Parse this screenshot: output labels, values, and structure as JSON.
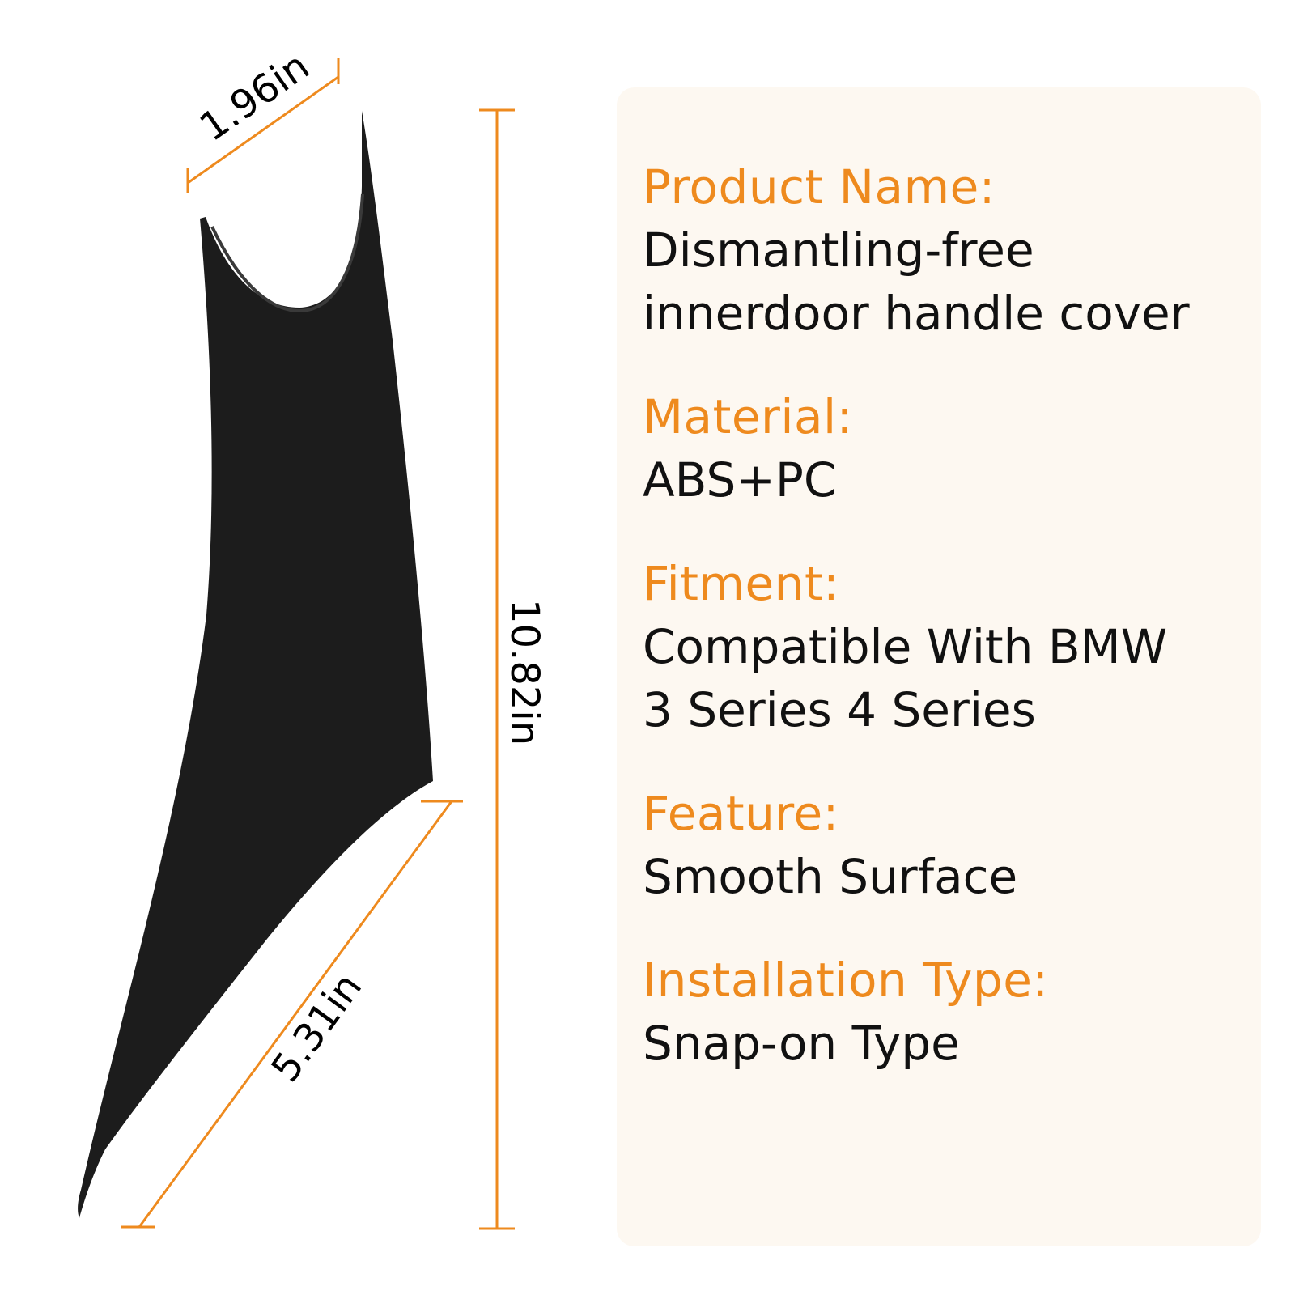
{
  "colors": {
    "accent": "#ee8a1e",
    "text": "#111111",
    "panel": "#fdf8f1",
    "product": "#1c1c1c"
  },
  "dimensions": {
    "width_top": "1.96in",
    "height": "10.82in",
    "bottom_length": "5.31in"
  },
  "specs": [
    {
      "label": "Product Name:",
      "value": "Dismantling-free\ninnerdoor handle cover"
    },
    {
      "label": "Material:",
      "value": "ABS+PC"
    },
    {
      "label": "Fitment:",
      "value": "Compatible With BMW\n3 Series 4 Series"
    },
    {
      "label": "Feature:",
      "value": "Smooth Surface"
    },
    {
      "label": "Installation Type:",
      "value": "Snap-on Type"
    }
  ]
}
